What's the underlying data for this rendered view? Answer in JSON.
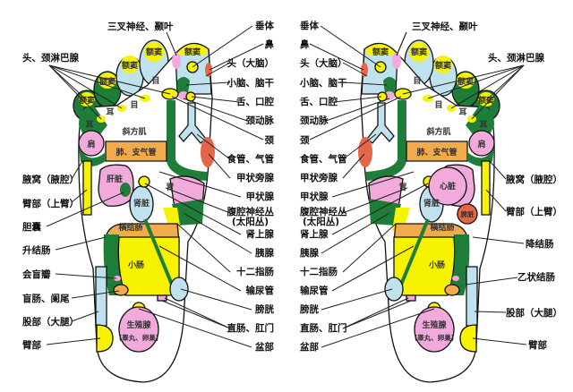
{
  "colors": {
    "yellow": "#f6f200",
    "light_blue": "#bfe2ee",
    "green": "#1f7d3a",
    "pink": "#f2a9dc",
    "orange": "#f1aa4c",
    "red": "#e4664a"
  },
  "shared": {
    "trigeminal": "三叉神经、颞叶",
    "lymph": "头、颈淋巴腺",
    "sinus": "额窦",
    "eye": "目",
    "ear": "耳",
    "trapezius": "斜方肌",
    "shoulder": "肩",
    "lung": "肺、支气管",
    "kidney": "肾脏",
    "stomach": "胃",
    "transverse_colon": "横结肠",
    "small_intestine": "小肠",
    "gonad": "生殖腺",
    "gonad_sub": "(睾丸、卵巢)"
  },
  "inner_labels": [
    "垂体",
    "鼻",
    "头（大脑）",
    "小脑、脑干",
    "舌、口腔",
    "颈动脉",
    "颈",
    "食管、气管",
    "甲状旁腺",
    "甲状腺",
    "腹腔神经丛",
    "(太阳丛)",
    "肾上腺",
    "胰腺",
    "十二指肠",
    "输尿管",
    "膀胱",
    "直肠、肛门",
    "盆部"
  ],
  "left_foot": {
    "liver": "肝脏",
    "outer_labels": [
      "腋窝（腋腔）",
      "臂部（上臂）",
      "胆囊",
      "升结肠",
      "会盲瓣",
      "盲肠、阑尾",
      "股部（大腿）",
      "臂部"
    ]
  },
  "right_foot": {
    "heart": "心脏",
    "spleen": "脾脏",
    "outer_labels": [
      "腋窝（腋腔）",
      "臂部（上臂）",
      "降结肠",
      "乙状结肠",
      "股部（大腿）",
      "臂部"
    ]
  }
}
